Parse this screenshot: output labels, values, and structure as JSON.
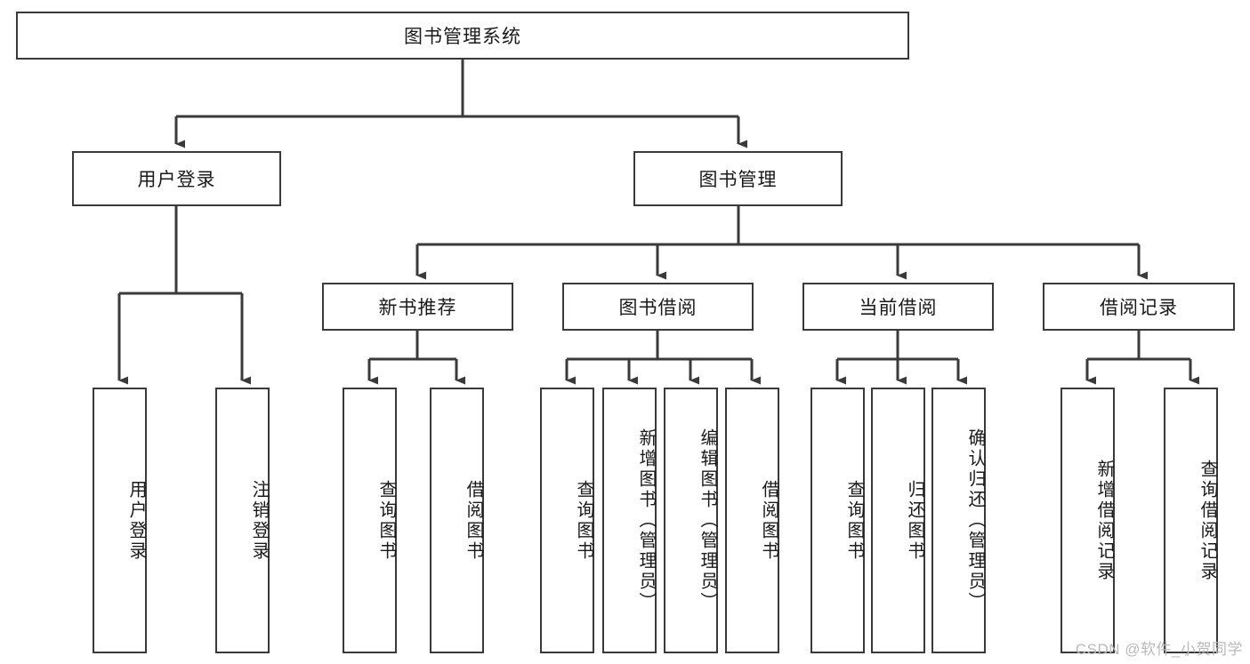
{
  "diagram": {
    "title": "图书管理系统",
    "type": "hierarchy-tree",
    "orientation": "top-down",
    "colors": {
      "box_border": "#3a3a3a",
      "box_fill": "#ffffff",
      "edge": "#3a3a3a",
      "text": "#1a1a1a",
      "watermark": "#b9b9b9"
    },
    "root": {
      "label": "图书管理系统"
    },
    "level2": [
      {
        "label": "用户登录"
      },
      {
        "label": "图书管理"
      }
    ],
    "level3": [
      {
        "label": "新书推荐"
      },
      {
        "label": "图书借阅"
      },
      {
        "label": "当前借阅"
      },
      {
        "label": "借阅记录"
      }
    ],
    "leaves": {
      "user_login": [
        {
          "label": "用户登录"
        },
        {
          "label": "注销登录"
        }
      ],
      "new_book_recommend": [
        {
          "label": "查询图书"
        },
        {
          "label": "借阅图书"
        }
      ],
      "book_borrow": [
        {
          "label": "查询图书"
        },
        {
          "label": "新增图书（管理员）"
        },
        {
          "label": "编辑图书（管理员）"
        },
        {
          "label": "借阅图书"
        }
      ],
      "current_borrow": [
        {
          "label": "查询图书"
        },
        {
          "label": "归还图书"
        },
        {
          "label": "确认归还（管理员）"
        }
      ],
      "borrow_record": [
        {
          "label": "新增借阅记录"
        },
        {
          "label": "查询借阅记录"
        }
      ]
    }
  },
  "watermark": {
    "text": "CSDN @软件_小贺同学"
  }
}
